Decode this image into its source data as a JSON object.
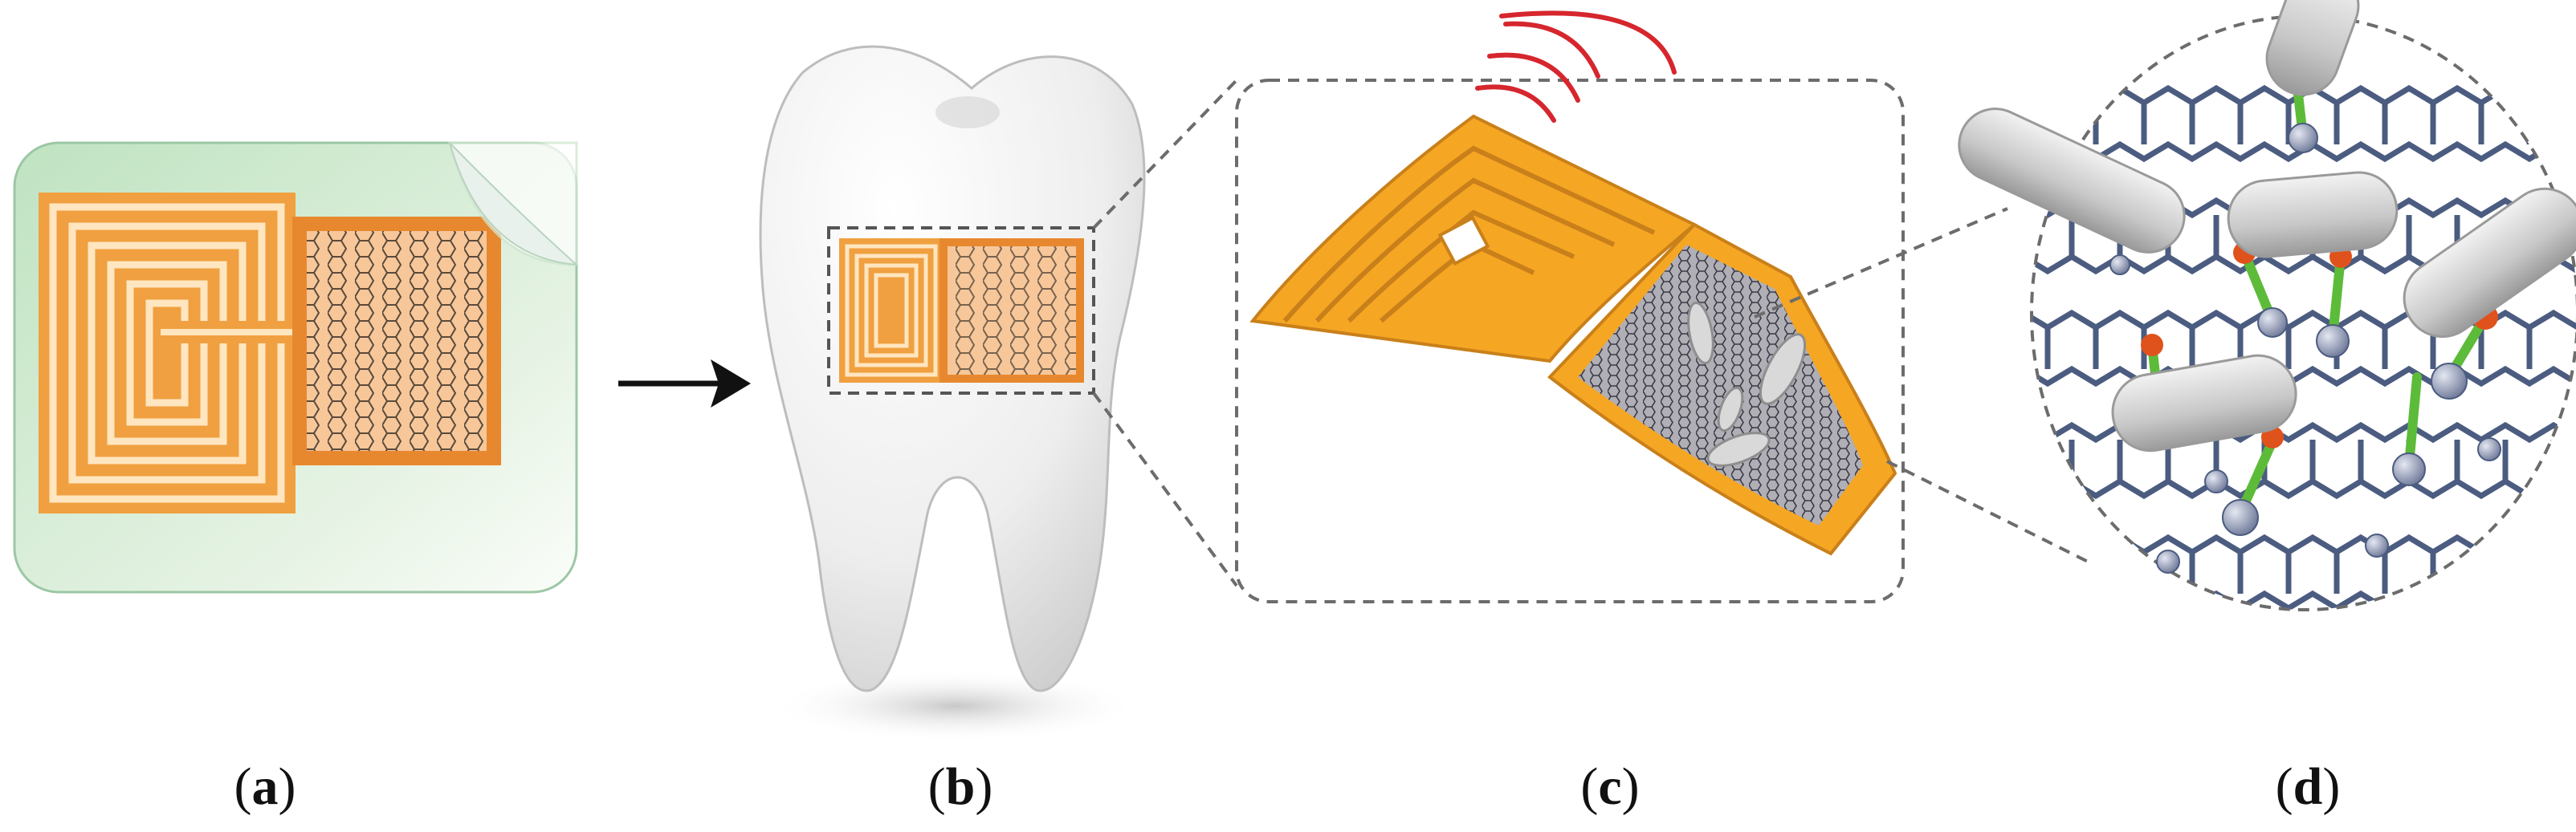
{
  "figure": {
    "panels": [
      {
        "id": "a",
        "depicts": "sensor-tattoo-on-backing"
      },
      {
        "id": "b",
        "depicts": "tooth-with-sensor"
      },
      {
        "id": "c",
        "depicts": "wireless-graphene-sensor"
      },
      {
        "id": "d",
        "depicts": "graphene-lattice-with-bacteria"
      }
    ],
    "labels": {
      "a": {
        "open": "(",
        "letter": "a",
        "close": ")"
      },
      "b": {
        "open": "(",
        "letter": "b",
        "close": ")"
      },
      "c": {
        "open": "(",
        "letter": "c",
        "close": ")"
      },
      "d": {
        "open": "(",
        "letter": "d",
        "close": ")"
      }
    },
    "colors": {
      "gold_trace": "#F5A623",
      "gold_dark": "#C9801A",
      "orange_pad": "#E8882E",
      "backing_green": "#BFE3C1",
      "tooth": "#EDEDED",
      "lattice": "#4B5C80",
      "node": "#9AA4BE",
      "linker_green": "#5DBB3A",
      "linker_orange": "#E0521B",
      "bacteria": "#C8C8C8",
      "signal_red": "#D6262E",
      "dash_gray": "#6C6C6C"
    },
    "icons": [
      "arrow-right-icon",
      "wireless-signal-icon",
      "bacteria-icon"
    ]
  }
}
